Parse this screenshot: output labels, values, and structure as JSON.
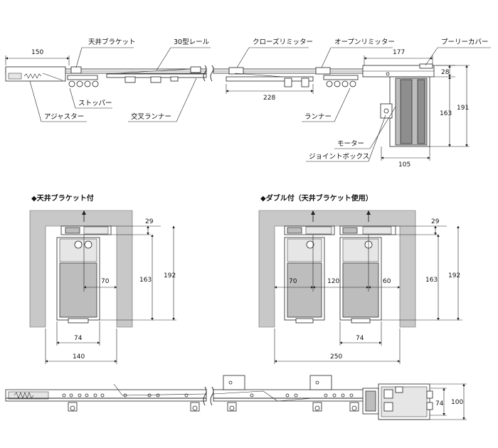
{
  "labels": {
    "ceiling_bracket": "天井ブラケット",
    "rail_30": "30型レール",
    "close_limiter": "クローズリミッター",
    "open_limiter": "オープンリミッター",
    "pulley_cover": "プーリーカバー",
    "stopper": "ストッパー",
    "adjuster": "アジャスター",
    "cross_runner": "交叉ランナー",
    "runner": "ランナー",
    "motor": "モーター",
    "joint_box": "ジョイントボックス"
  },
  "dims_top": {
    "d150": "150",
    "d177": "177",
    "d228": "228",
    "d28": "28",
    "d163": "163",
    "d191": "191",
    "d105": "105"
  },
  "section_single": {
    "title": "◆天井ブラケット付",
    "d29": "29",
    "d70": "70",
    "d163": "163",
    "d192": "192",
    "d74": "74",
    "d140": "140"
  },
  "section_double": {
    "title": "◆ダブル付（天井ブラケット使用）",
    "d29": "29",
    "d70": "70",
    "d120": "120",
    "d60": "60",
    "d163": "163",
    "d192": "192",
    "d74": "74",
    "d250": "250"
  },
  "dims_bottom": {
    "d74": "74",
    "d100": "100"
  },
  "colors": {
    "line": "#222222",
    "wall": "#c8c8c8",
    "motor_body": "#bdbdbd"
  }
}
